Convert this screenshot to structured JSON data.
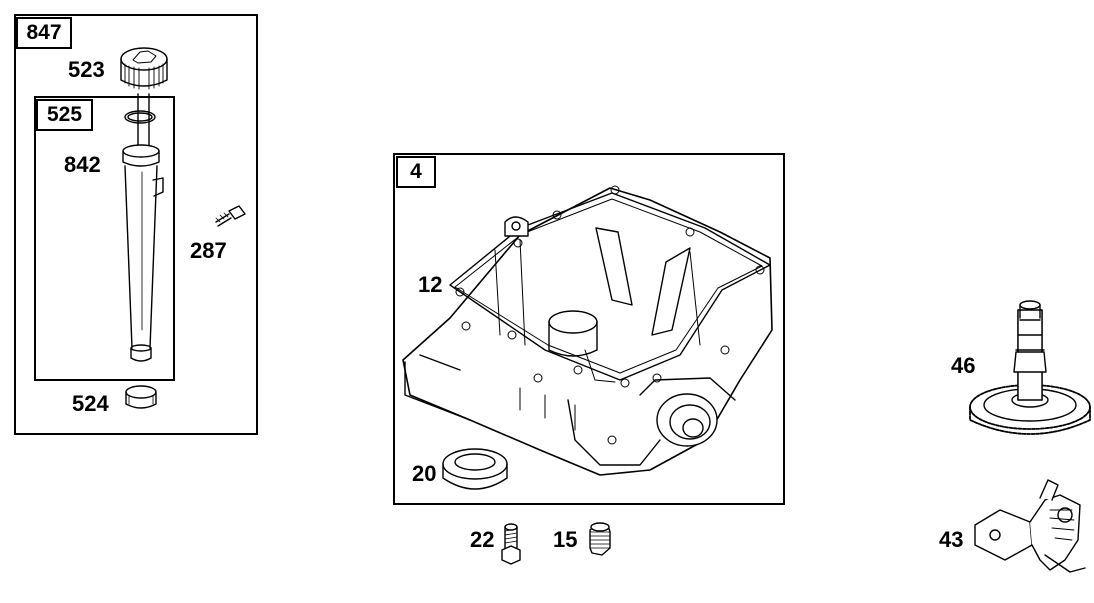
{
  "kits": {
    "kit_847": "847",
    "kit_525": "525",
    "kit_4": "4"
  },
  "parts": {
    "p523": "523",
    "p842": "842",
    "p287": "287",
    "p524": "524",
    "p12": "12",
    "p20": "20",
    "p22": "22",
    "p15": "15",
    "p46": "46",
    "p43": "43"
  }
}
